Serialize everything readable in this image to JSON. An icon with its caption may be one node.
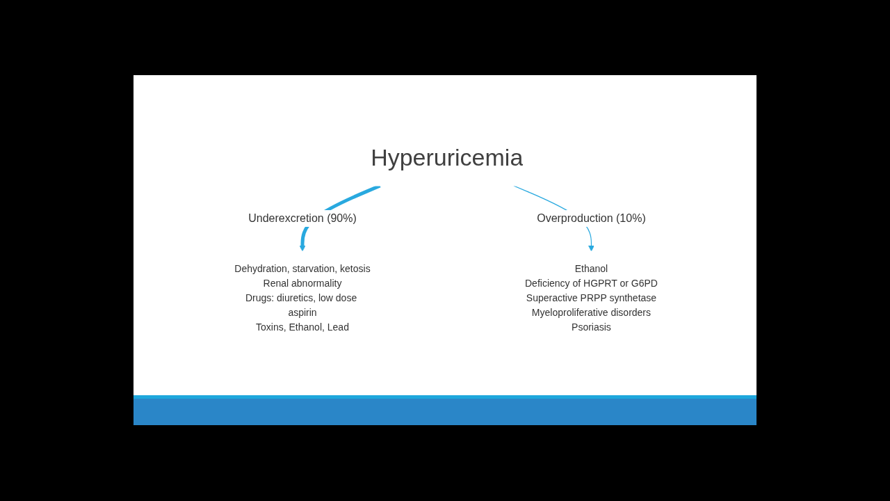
{
  "diagram": {
    "nodes": [
      {
        "text": [
          "Hyperuricemia"
        ]
      },
      {
        "text": [
          "Dehydration, starvation, ketosis",
          "Renal abnormality",
          "Drugs: diuretics, low dose aspirin",
          "Toxins, Ethanol, Lead"
        ]
      },
      {
        "text": [
          "Ethanol",
          "Deficiency of HGPRT or G6PD",
          "Superactive PRPP synthetase",
          "Myeloproliferative disorders",
          "Psoriasis"
        ]
      }
    ],
    "edges": [
      {
        "from": 0,
        "to": 1,
        "arrow": "to",
        "label": "Underexcretion (90%)",
        "style": "thick"
      },
      {
        "from": 0,
        "to": 2,
        "arrow": "to",
        "label": "Overproduction (10%)"
      }
    ]
  }
}
